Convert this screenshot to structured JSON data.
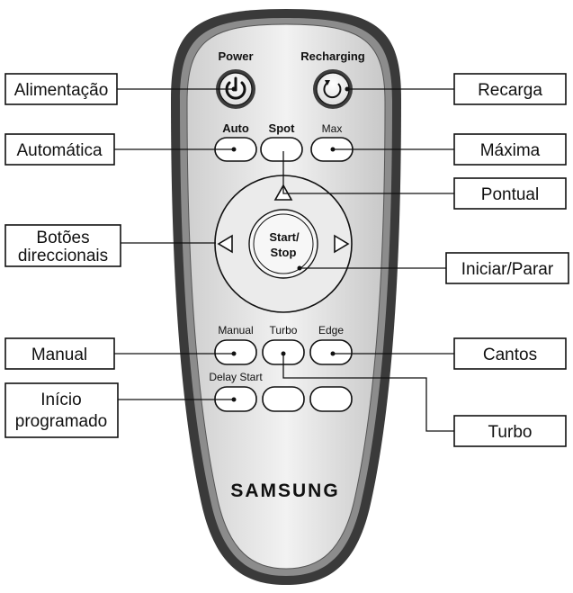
{
  "remote": {
    "brand": "SAMSUNG",
    "buttons": {
      "power": "Power",
      "recharging": "Recharging",
      "auto": "Auto",
      "spot": "Spot",
      "max": "Max",
      "start_stop_line1": "Start/",
      "start_stop_line2": "Stop",
      "manual": "Manual",
      "turbo": "Turbo",
      "edge": "Edge",
      "delay_start": "Delay Start"
    }
  },
  "callouts": {
    "alimentacao": "Alimentação",
    "automatica": "Automática",
    "botoes_line1": "Botões",
    "botoes_line2": "direccionais",
    "manual": "Manual",
    "inicio_line1": "Início",
    "inicio_line2": "programado",
    "recarga": "Recarga",
    "maxima": "Máxima",
    "pontual": "Pontual",
    "iniciar_parar": "Iniciar/Parar",
    "cantos": "Cantos",
    "turbo": "Turbo"
  }
}
